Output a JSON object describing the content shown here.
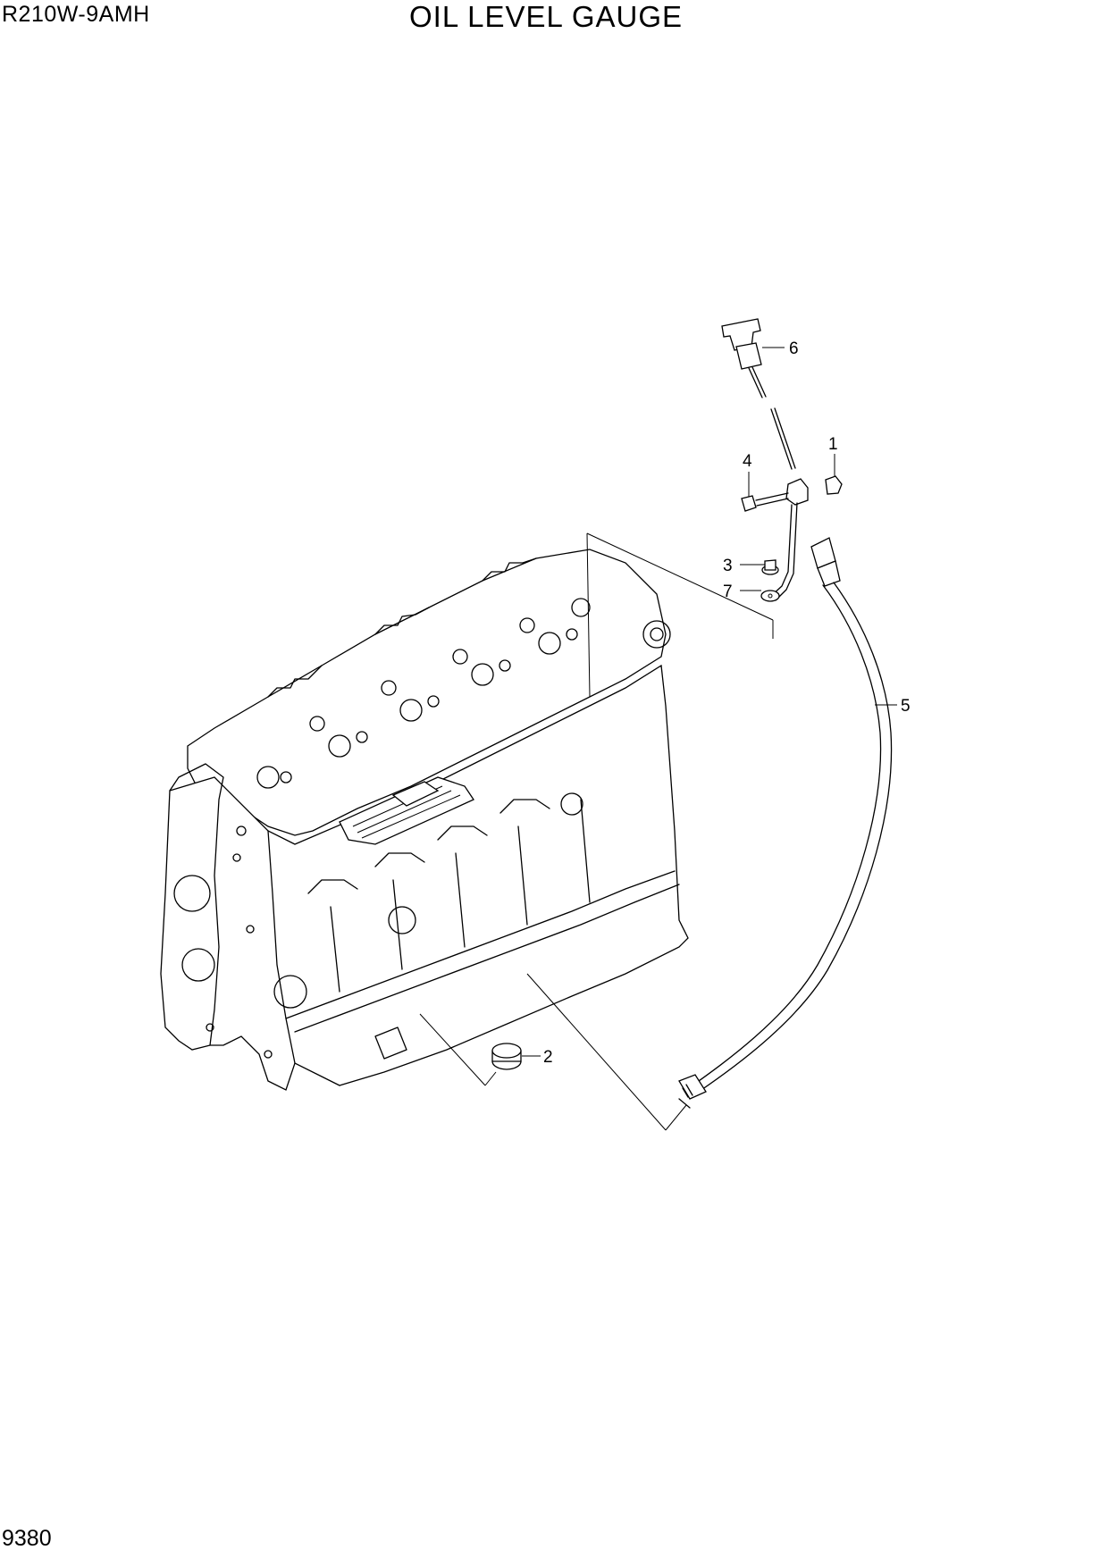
{
  "header": {
    "model": "R210W-9AMH",
    "title": "OIL LEVEL GAUGE"
  },
  "footer": {
    "page_number": "9380"
  },
  "callouts": [
    "1",
    "2",
    "3",
    "4",
    "5",
    "6",
    "7"
  ]
}
